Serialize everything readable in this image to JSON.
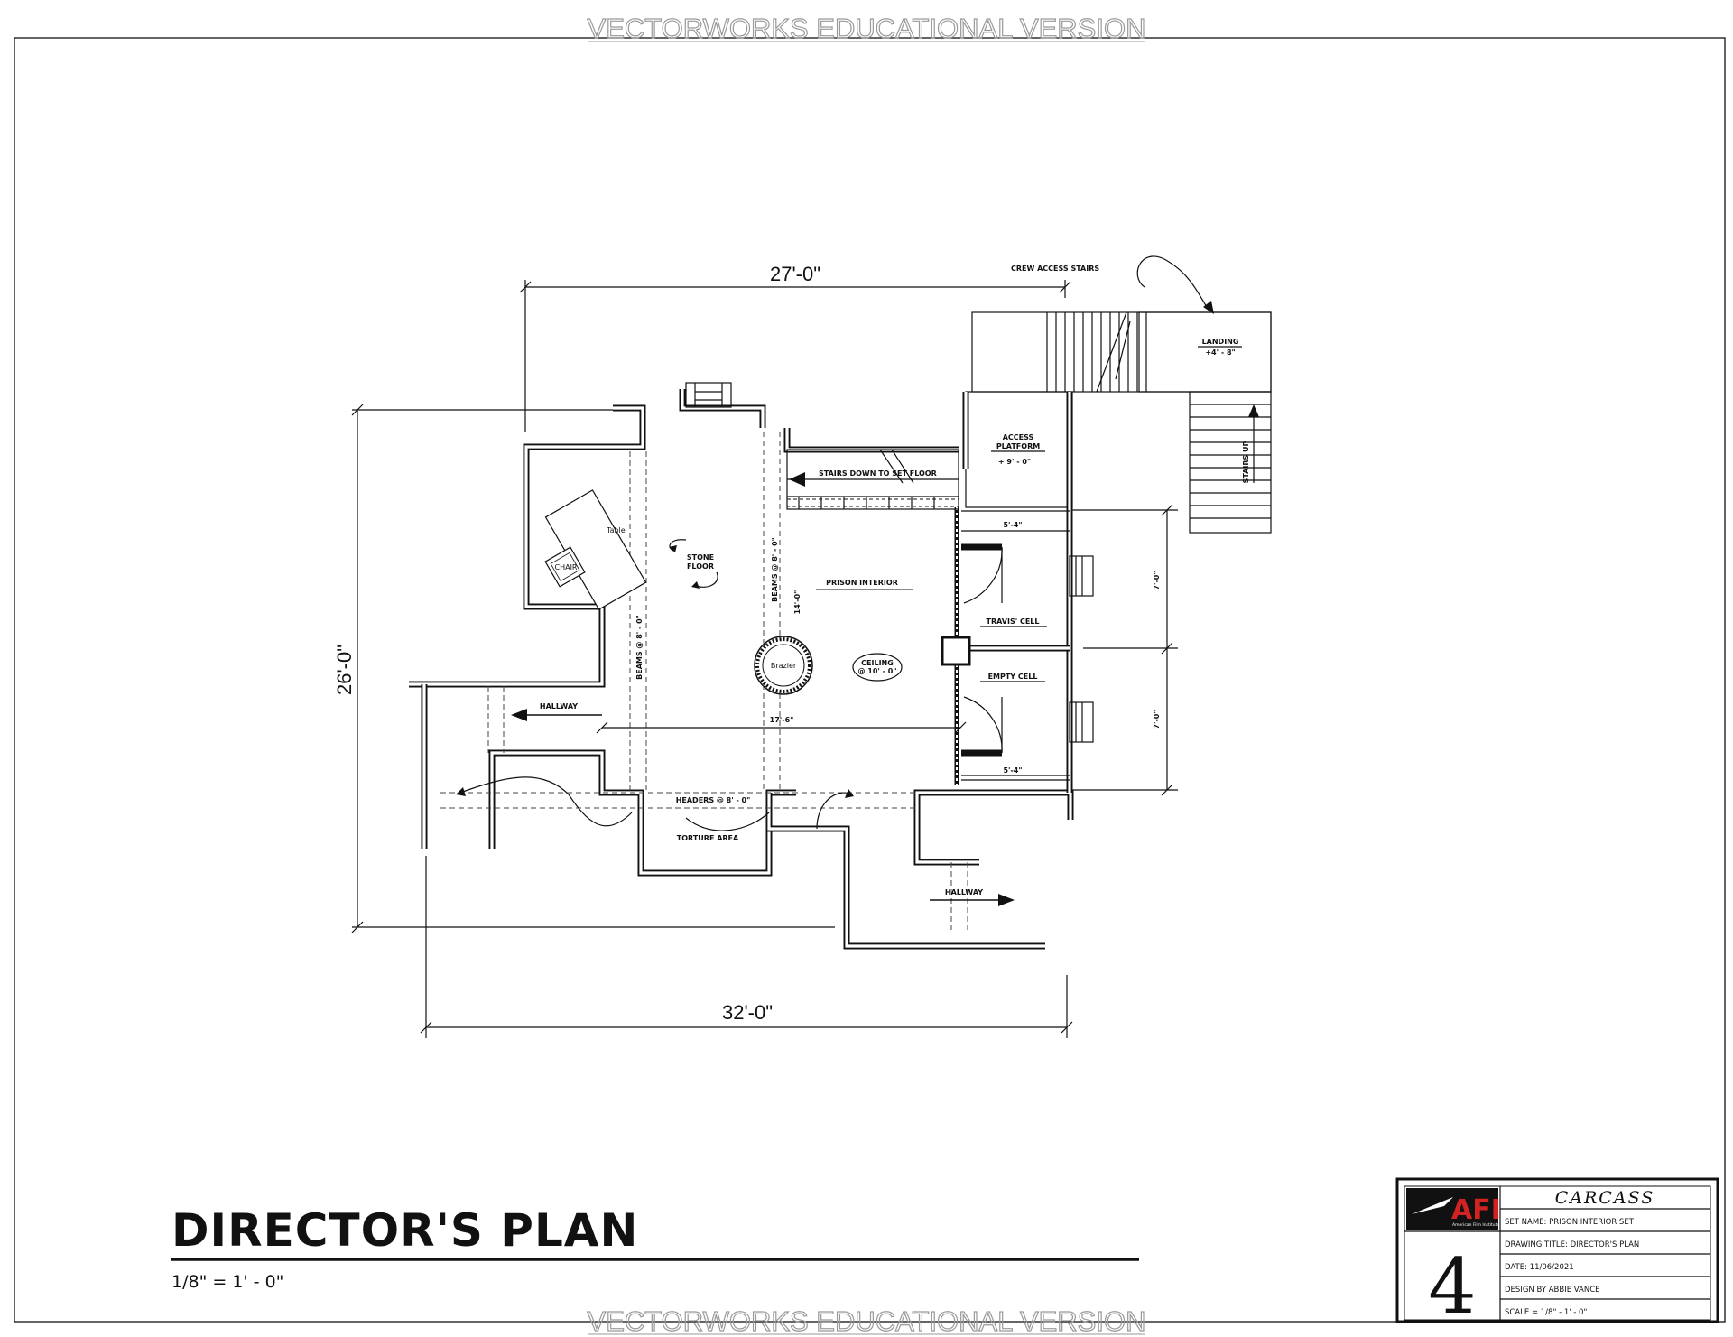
{
  "watermark": {
    "top": "VECTORWORKS EDUCATIONAL VERSION",
    "bottom": "VECTORWORKS EDUCATIONAL VERSION"
  },
  "dimensions": {
    "top": "27'-0\"",
    "left": "26'-0\"",
    "bottom": "32'-0\"",
    "interior_vertical": "14'-0\"",
    "interior_horizontal": "17'-6\"",
    "cell_width_top": "5'-4\"",
    "cell_width_bottom": "5'-4\"",
    "cell_height_top": "7'-0\"",
    "cell_height_bottom": "7'-0\""
  },
  "labels": {
    "crew_access_stairs": "CREW ACCESS STAIRS",
    "landing": "LANDING",
    "landing_height": "+4' - 8\"",
    "access_platform_1": "ACCESS",
    "access_platform_2": "PLATFORM",
    "access_platform_height": "+ 9' - 0\"",
    "stairs_down": "STAIRS DOWN TO SET FLOOR",
    "stairs_up": "STAIRS UP",
    "table": "Table",
    "chair": "CHAIR",
    "stone_floor_1": "STONE",
    "stone_floor_2": "FLOOR",
    "beams_left": "BEAMS @ 8' - 0\"",
    "beams_right": "BEAMS @ 8' - 0\"",
    "prison_interior": "PRISON INTERIOR",
    "travis_cell": "TRAVIS' CELL",
    "empty_cell": "EMPTY CELL",
    "brazier": "Brazier",
    "ceiling_1": "CEILING",
    "ceiling_2": "@ 10' - 0\"",
    "hallway_left": "HALLWAY",
    "hallway_right": "HALLWAY",
    "headers": "HEADERS @ 8' - 0\"",
    "torture_area": "TORTURE AREA"
  },
  "title": {
    "main": "DIRECTOR'S PLAN",
    "scale": "1/8\" = 1' - 0\""
  },
  "title_block": {
    "logo": "AFI",
    "logo_sub": "American Film Institute",
    "project": "CARCASS",
    "sheet_number": "4",
    "set_name": "SET NAME: PRISON INTERIOR SET",
    "drawing_title": "DRAWING TITLE: DIRECTOR'S PLAN",
    "date": "DATE: 11/06/2021",
    "designer": "DESIGN BY ABBIE VANCE",
    "scale": "SCALE = 1/8\" - 1' - 0\""
  }
}
